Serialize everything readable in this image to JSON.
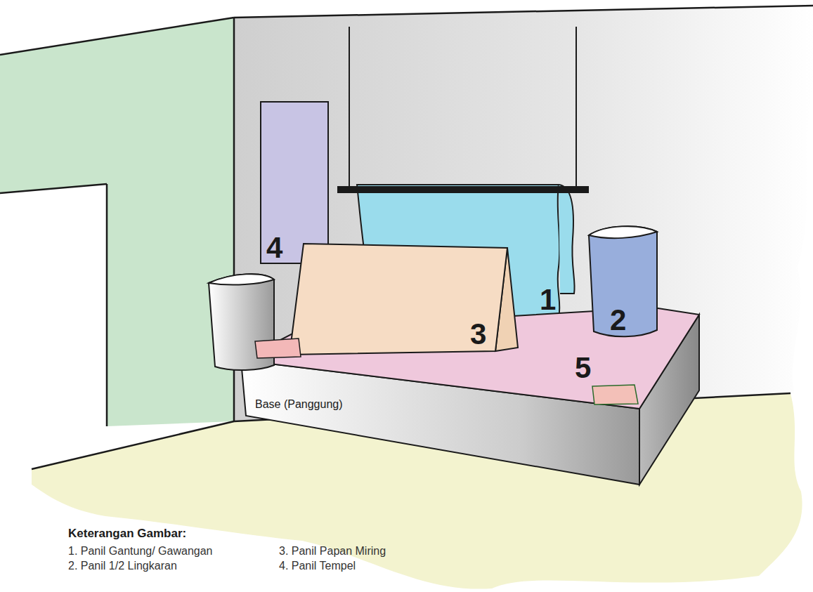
{
  "diagram": {
    "nodes": [
      {
        "text": [
          "4"
        ]
      },
      {
        "text": [
          "1"
        ]
      },
      {
        "text": [
          "3"
        ]
      },
      {
        "text": [
          "2"
        ]
      },
      {
        "text": [
          "Base (Panggung)"
        ]
      }
    ],
    "labels": [
      "5",
      "Keterangan Gambar:",
      "1. Panil Gantung/ Gawangan",
      "2. Panil 1/2 Lingkaran",
      "3. Panil Papan Miring",
      "4. Panil Tempel"
    ]
  }
}
